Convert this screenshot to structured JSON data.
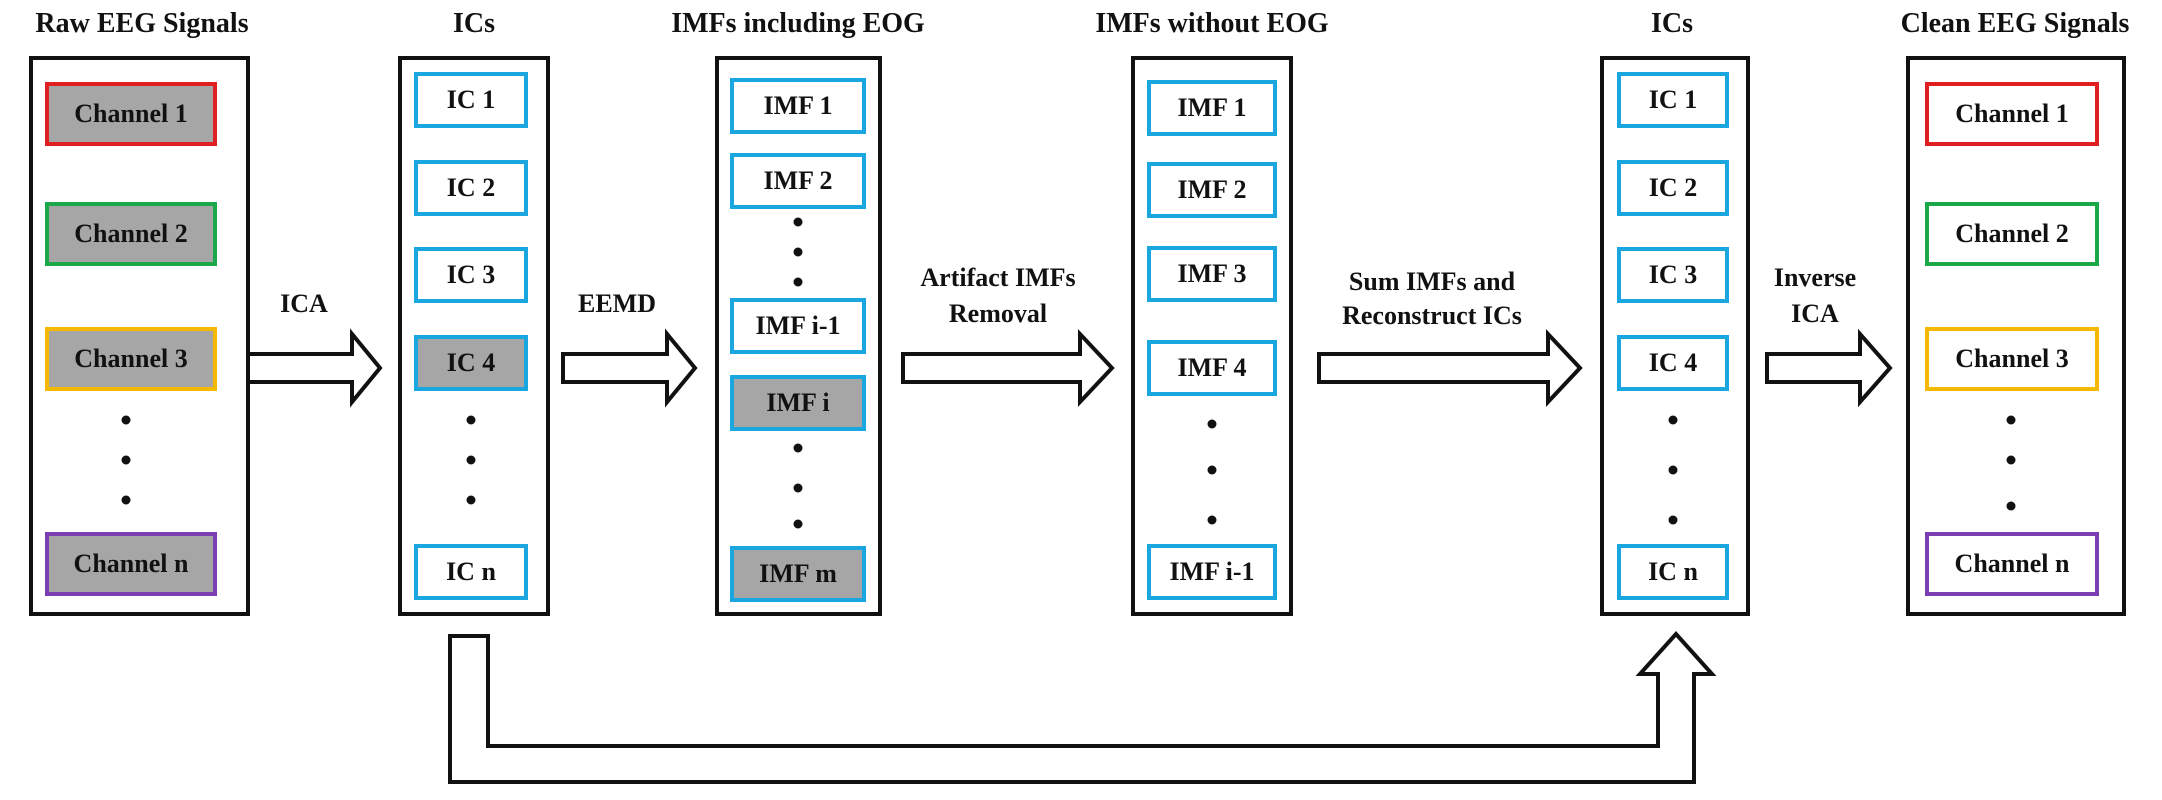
{
  "titles": {
    "raw": "Raw EEG Signals",
    "ics1": "ICs",
    "imfs_eog": "IMFs including EOG",
    "imfs_no_eog": "IMFs without EOG",
    "ics2": "ICs",
    "clean": "Clean EEG Signals"
  },
  "steps": {
    "ica": "ICA",
    "eemd": "EEMD",
    "removal_line1": "Artifact IMFs",
    "removal_line2": "Removal",
    "sum_line1": "Sum IMFs and",
    "sum_line2": "Reconstruct ICs",
    "inverse_line1": "Inverse",
    "inverse_line2": "ICA"
  },
  "raw_channels": [
    "Channel 1",
    "Channel 2",
    "Channel 3",
    "Channel n"
  ],
  "ics_in": [
    "IC 1",
    "IC 2",
    "IC 3",
    "IC 4",
    "IC n"
  ],
  "imfs_eog": [
    "IMF 1",
    "IMF 2",
    "IMF i-1",
    "IMF i",
    "IMF m"
  ],
  "imfs_no_eog": [
    "IMF 1",
    "IMF 2",
    "IMF 3",
    "IMF 4",
    "IMF i-1"
  ],
  "ics_out": [
    "IC 1",
    "IC 2",
    "IC 3",
    "IC 4",
    "IC n"
  ],
  "clean_channels": [
    "Channel 1",
    "Channel 2",
    "Channel 3",
    "Channel n"
  ],
  "colors": {
    "channel1": "#e02020",
    "channel2": "#1aa84a",
    "channel3": "#f5b800",
    "channeln": "#7a3fb0",
    "ic_border": "#1aa6df",
    "highlight": "#a6a6a6"
  }
}
